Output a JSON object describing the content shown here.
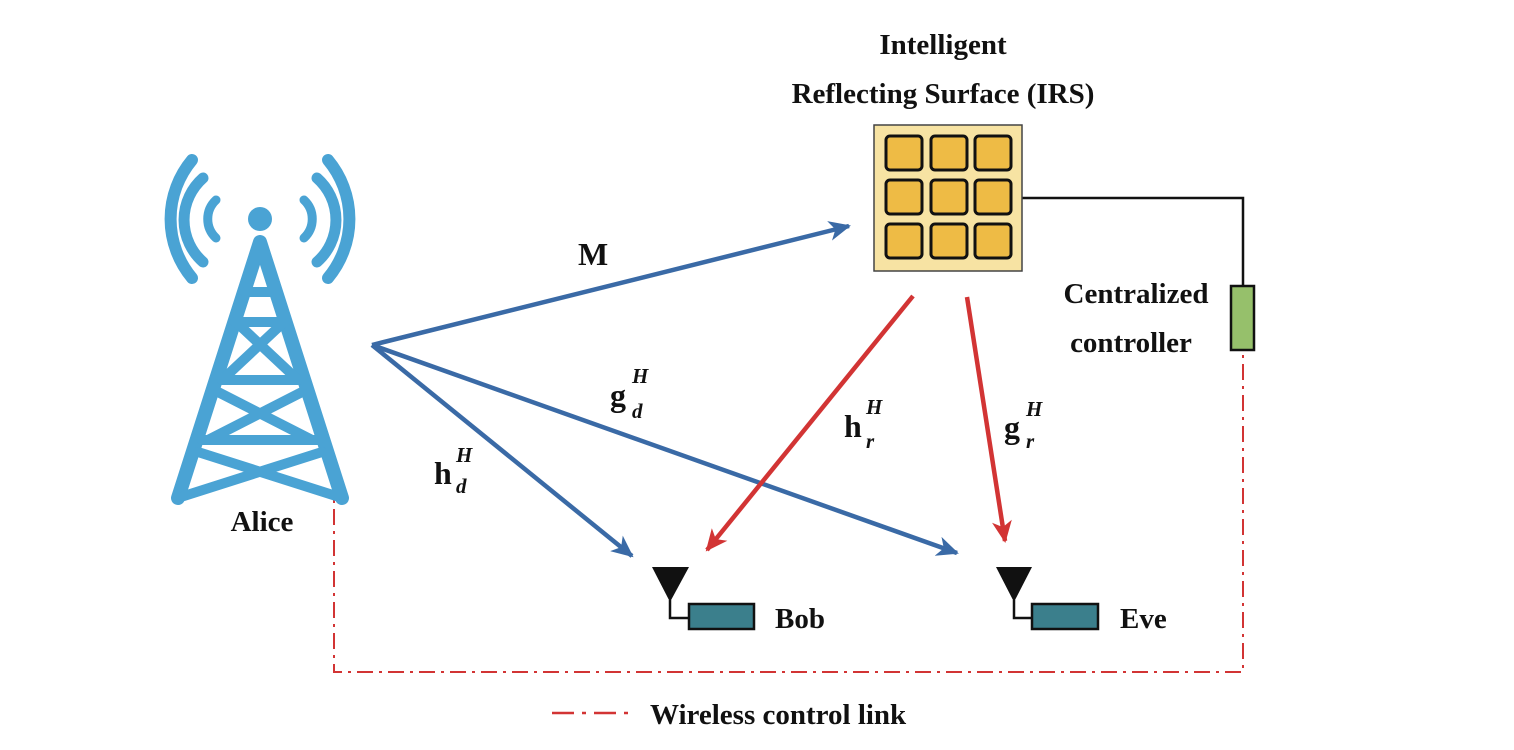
{
  "irs": {
    "title_line1": "Intelligent",
    "title_line2": "Reflecting Surface (IRS)"
  },
  "nodes": {
    "alice": "Alice",
    "bob": "Bob",
    "eve": "Eve"
  },
  "controller": {
    "line1": "Centralized",
    "line2": "controller"
  },
  "channels": {
    "m": "M",
    "hd": {
      "base": "h",
      "sub": "d",
      "sup": "H"
    },
    "gd": {
      "base": "g",
      "sub": "d",
      "sup": "H"
    },
    "hr": {
      "base": "h",
      "sub": "r",
      "sup": "H"
    },
    "gr": {
      "base": "g",
      "sub": "r",
      "sup": "H"
    }
  },
  "legend": {
    "label": "Wireless control link"
  },
  "colors": {
    "direct_link": "#3a6aa6",
    "reflected_link": "#d23434",
    "control_link": "#d23434",
    "tower": "#4aa3d4",
    "irs_panel": "#f7e3a3",
    "irs_element": "#eebb45",
    "controller": "#96c06b",
    "receiver": "#3b7f8c"
  },
  "icons": {
    "tower": "radio-tower-icon",
    "irs": "irs-panel-icon",
    "receiver": "antenna-receiver-icon",
    "controller": "controller-icon"
  }
}
